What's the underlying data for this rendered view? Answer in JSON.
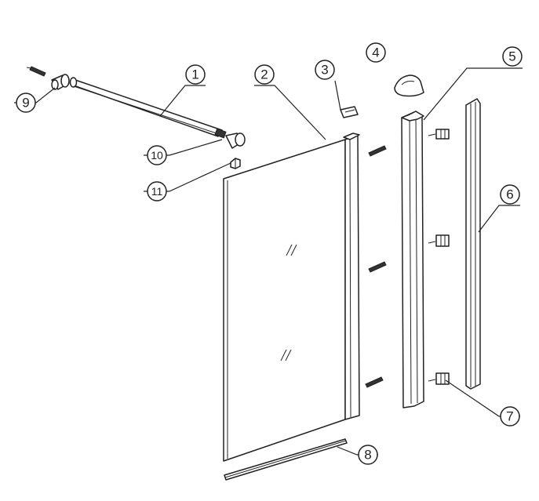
{
  "callouts": [
    {
      "id": "1",
      "label": "1"
    },
    {
      "id": "2",
      "label": "2"
    },
    {
      "id": "3",
      "label": "3"
    },
    {
      "id": "4",
      "label": "4"
    },
    {
      "id": "5",
      "label": "5"
    },
    {
      "id": "6",
      "label": "6"
    },
    {
      "id": "7",
      "label": "7"
    },
    {
      "id": "8",
      "label": "8"
    },
    {
      "id": "9",
      "label": "9"
    },
    {
      "id": "10",
      "label": "10"
    },
    {
      "id": "11",
      "label": "11"
    }
  ],
  "colors": {
    "line": "#222222",
    "background": "#ffffff"
  }
}
